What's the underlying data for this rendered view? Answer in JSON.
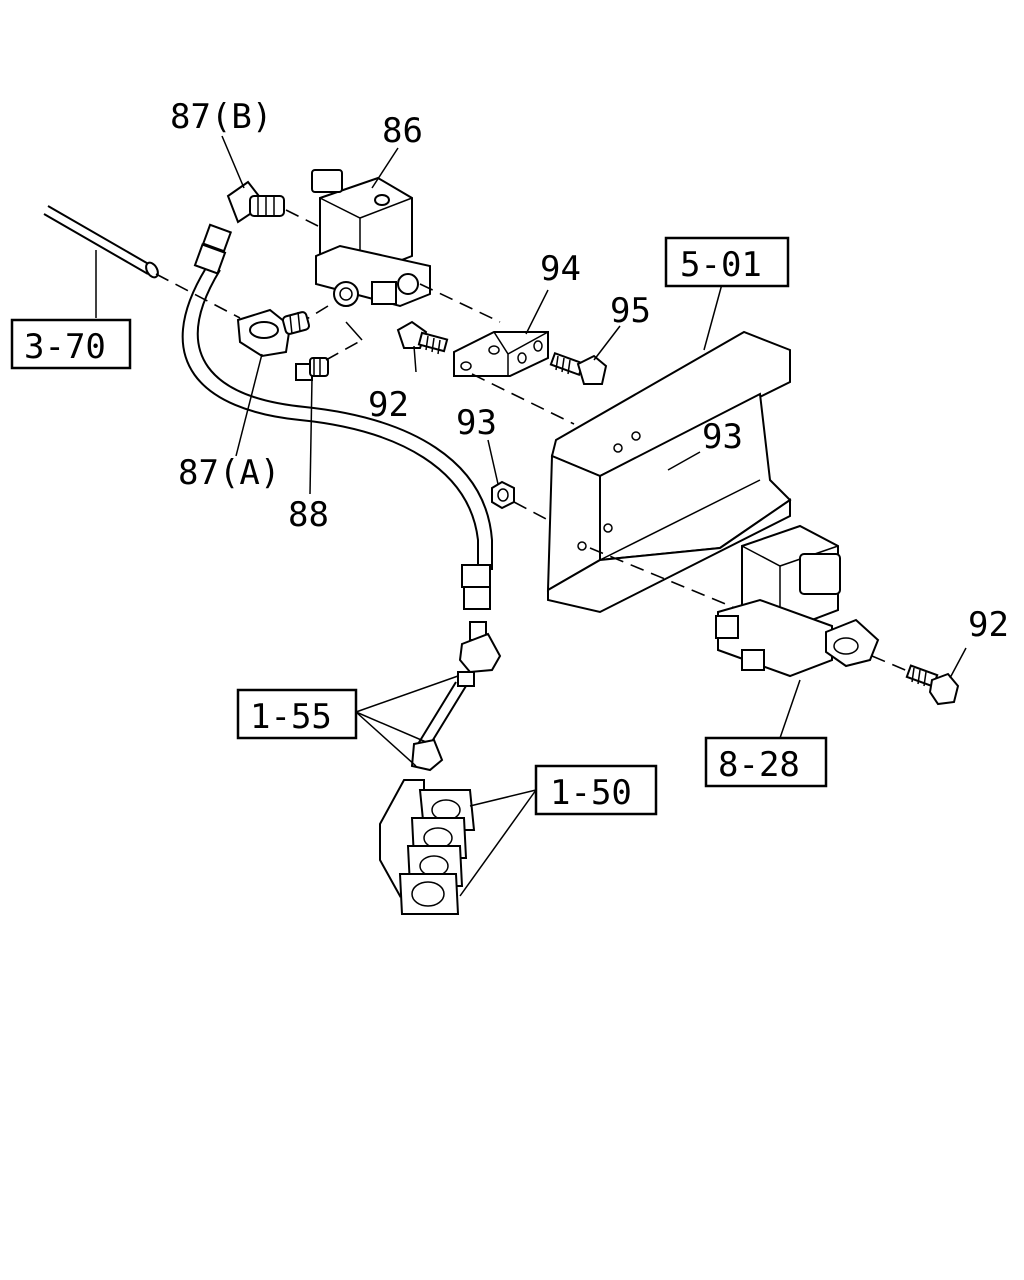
{
  "callouts": {
    "part_87b": "87(B)",
    "part_86": "86",
    "part_94": "94",
    "part_95": "95",
    "part_92_upper": "92",
    "part_93_left": "93",
    "part_93_right": "93",
    "part_87a": "87(A)",
    "part_88": "88",
    "part_92_right": "92"
  },
  "references": {
    "ref_3_70": "3-70",
    "ref_5_01": "5-01",
    "ref_1_55": "1-55",
    "ref_1_50": "1-50",
    "ref_8_28": "8-28"
  }
}
